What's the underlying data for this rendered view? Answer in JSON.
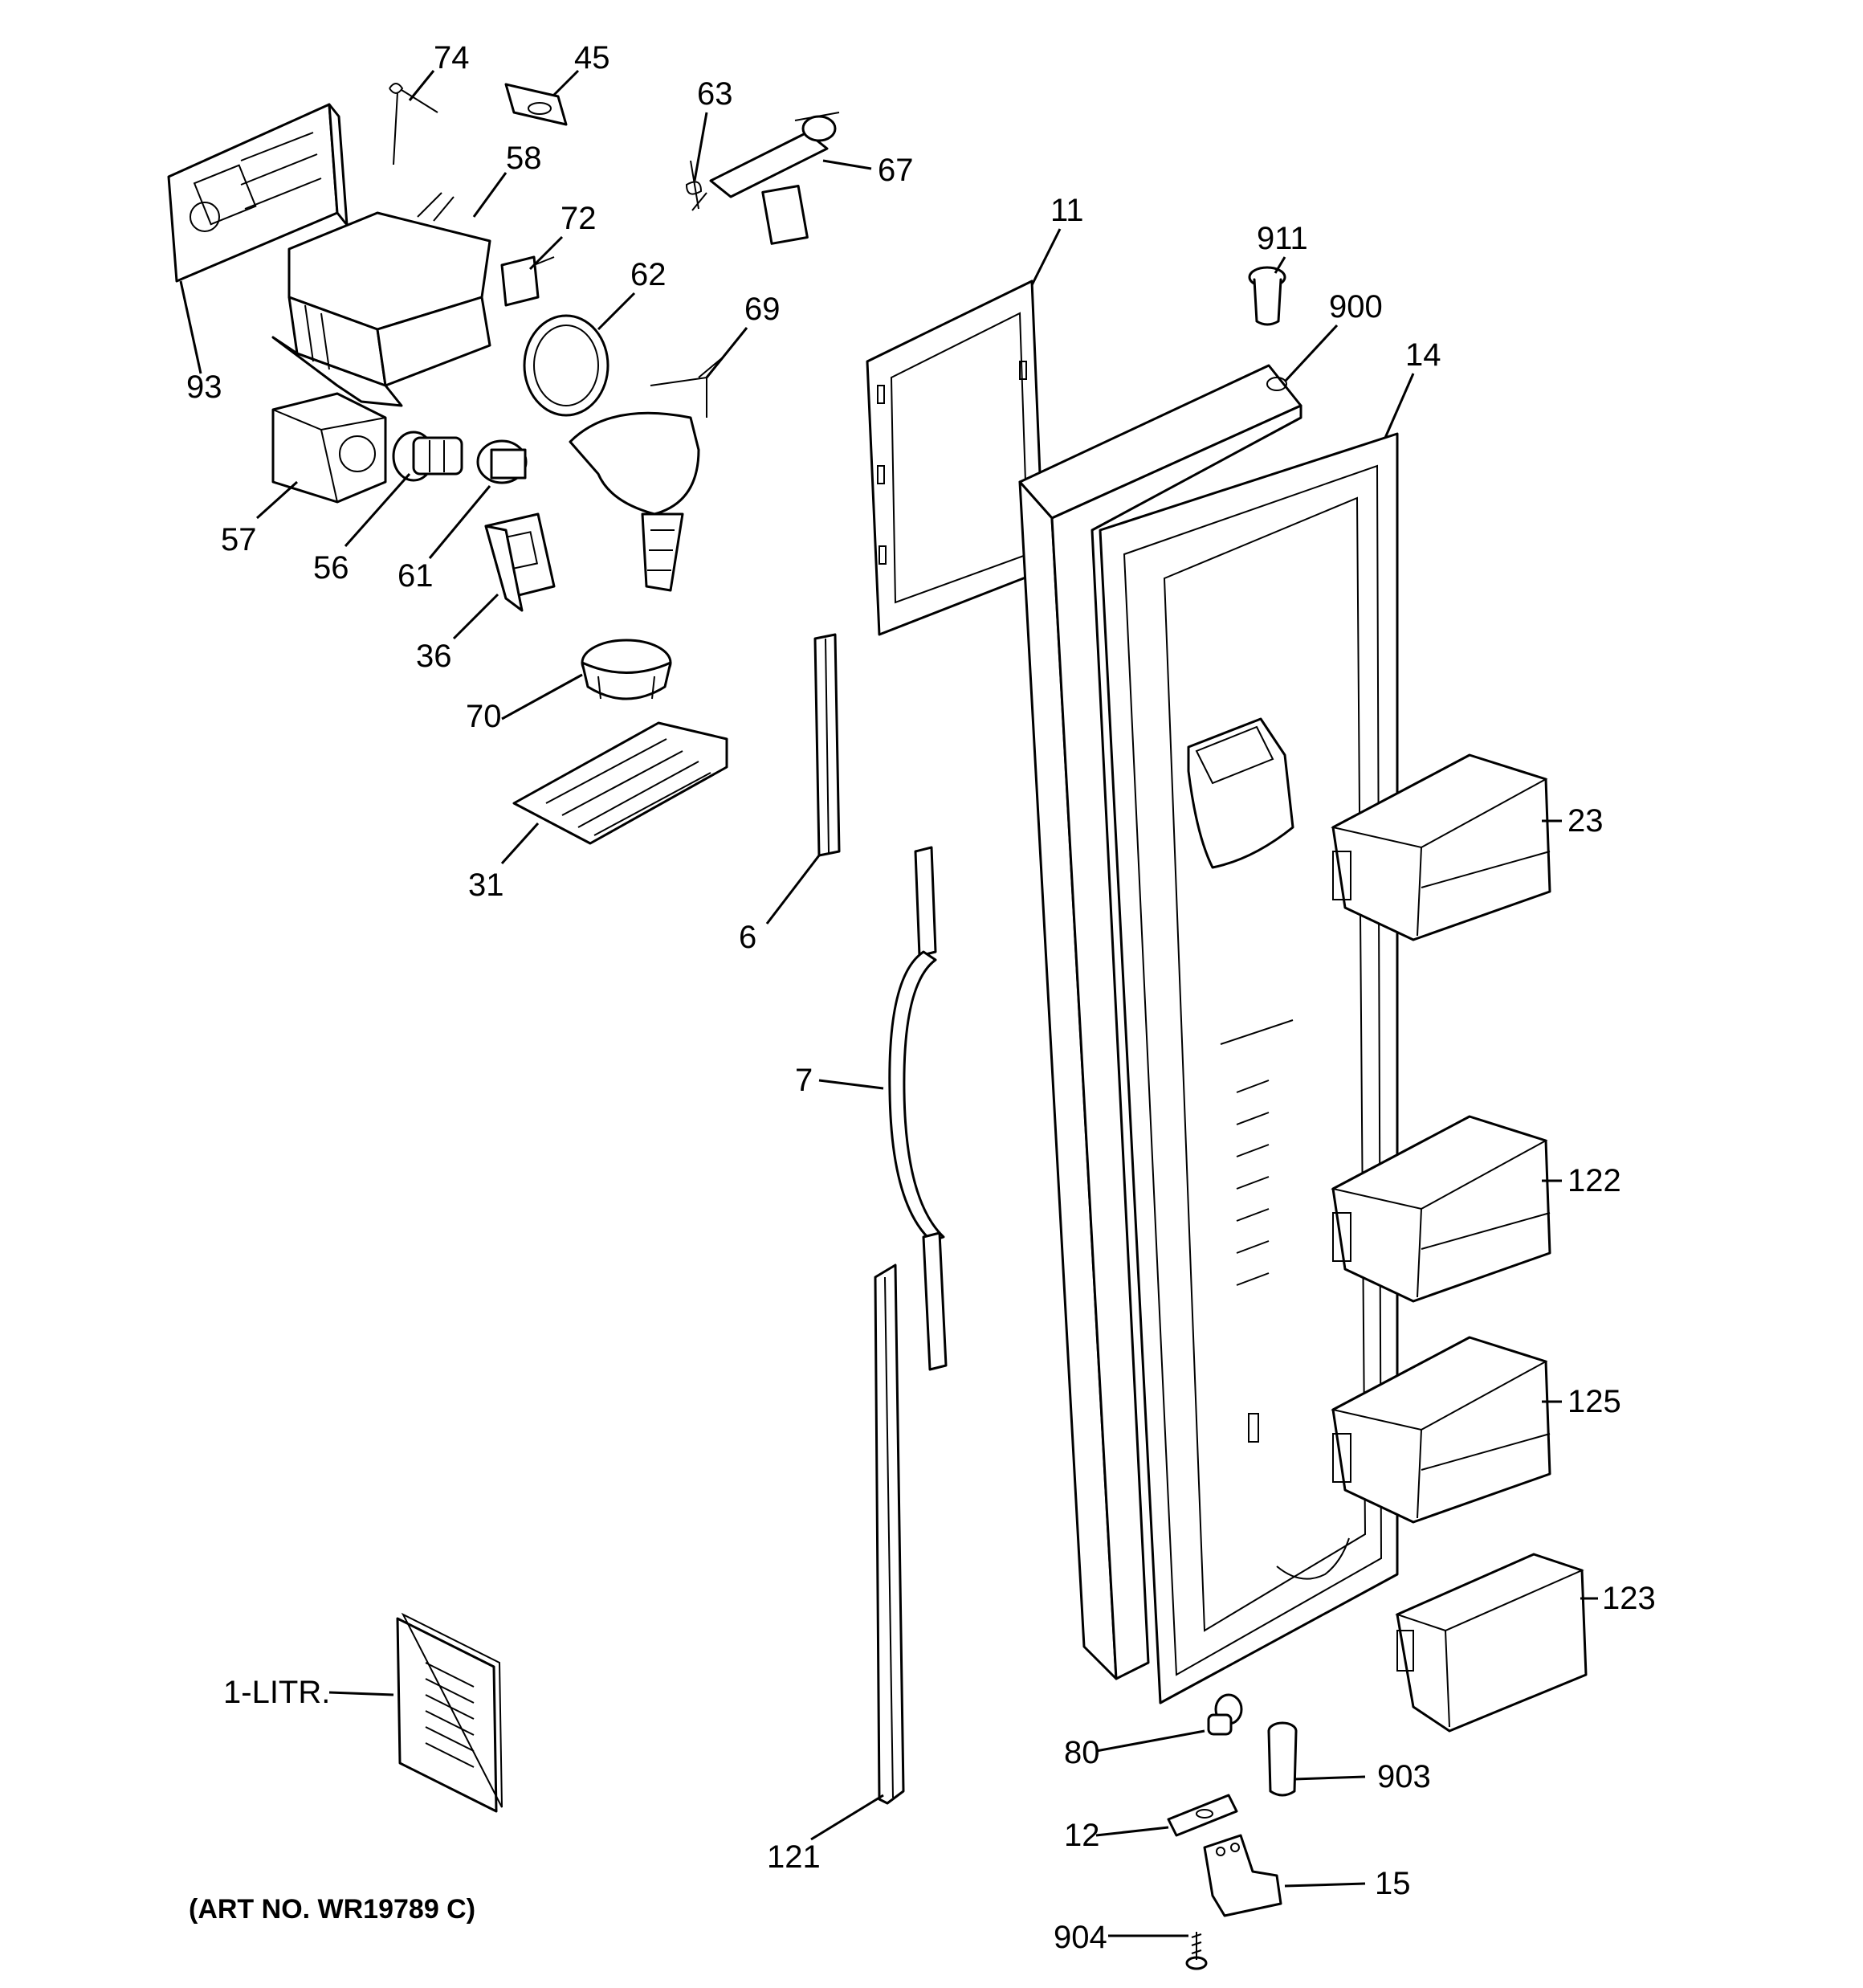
{
  "diagram": {
    "callouts": {
      "c74": "74",
      "c45": "45",
      "c63": "63",
      "c67": "67",
      "c58": "58",
      "c72": "72",
      "c62": "62",
      "c69": "69",
      "c93": "93",
      "c57": "57",
      "c56": "56",
      "c61": "61",
      "c36": "36",
      "c70": "70",
      "c31": "31",
      "c6": "6",
      "c7": "7",
      "c11": "11",
      "c911": "911",
      "c900": "900",
      "c14": "14",
      "c23": "23",
      "c122": "122",
      "c125": "125",
      "c123": "123",
      "c1litr": "1-LITR.",
      "c121": "121",
      "c80": "80",
      "c903": "903",
      "c12": "12",
      "c15": "15",
      "c904": "904"
    },
    "art_number": "(ART NO. WR19789 C)"
  }
}
